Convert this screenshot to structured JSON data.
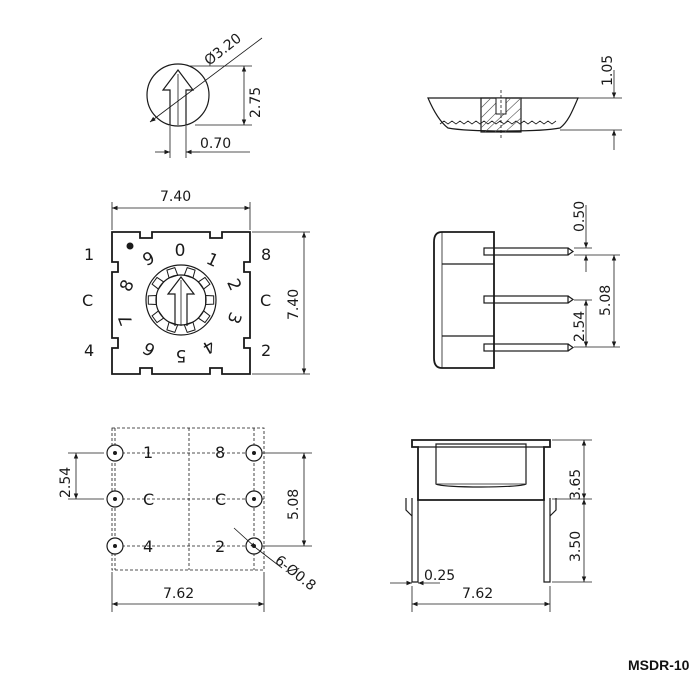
{
  "colors": {
    "line": "#1a1a1a",
    "background": "#ffffff",
    "hatch": "#555555"
  },
  "knob_top_view": {
    "diameter_label": "Ø3.20",
    "height_label": "2.75",
    "slot_width_label": "0.70"
  },
  "knob_side_view": {
    "height_label": "1.05"
  },
  "top_view": {
    "width_label": "7.40",
    "height_label": "7.40",
    "pin_labels": {
      "top_left": "1",
      "top_right": "8",
      "mid_left": "C",
      "mid_right": "C",
      "bottom_left": "4",
      "bottom_right": "2"
    },
    "dial_numbers": [
      "0",
      "1",
      "2",
      "3",
      "4",
      "5",
      "6",
      "7",
      "8",
      "9"
    ]
  },
  "side_view": {
    "pin_top_label": "0.50",
    "pin_pitch_label": "5.08",
    "pin_half_pitch_label": "2.54"
  },
  "footprint": {
    "pitch_label": "2.54",
    "row_span_label": "5.08",
    "width_label": "7.62",
    "hole_label": "6-Ø0.8",
    "pad_labels": {
      "top_left": "1",
      "top_right": "8",
      "mid_left": "C",
      "mid_right": "C",
      "bottom_left": "4",
      "bottom_right": "2"
    }
  },
  "front_view": {
    "body_height_label": "3.65",
    "pin_length_label": "3.50",
    "pin_thickness_label": "0.25",
    "width_label": "7.62"
  },
  "model_label": "MSDR-10"
}
